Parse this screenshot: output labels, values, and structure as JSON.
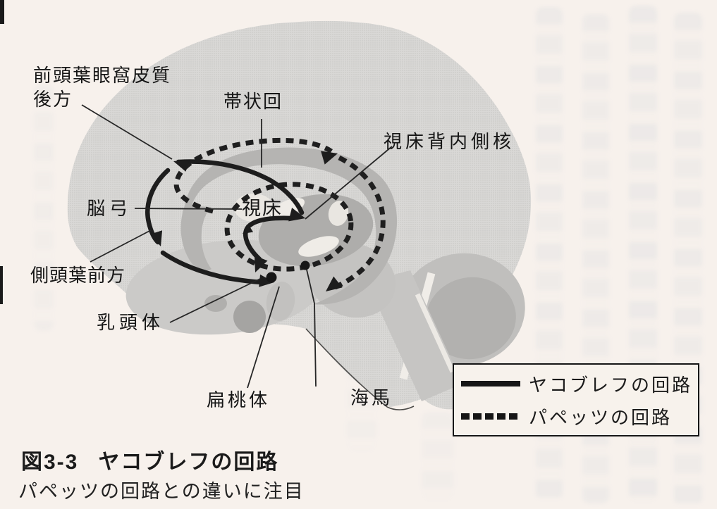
{
  "diagram": {
    "labels": {
      "orbitofrontal_line1": "前頭葉眼窩皮質",
      "orbitofrontal_line2": "後方",
      "cingulate_gyrus": "帯状回",
      "dorsomedial_thalamic_nucleus": "視床背内側核",
      "fornix": "脳弓",
      "thalamus": "視床",
      "anterior_temporal_lobe": "側頭葉前方",
      "mammillary_body": "乳頭体",
      "amygdala": "扁桃体",
      "hippocampus": "海馬"
    },
    "legend": {
      "items": [
        {
          "style": "solid",
          "label": "ヤコブレフの回路"
        },
        {
          "style": "dashed",
          "label": "パペッツの回路"
        }
      ]
    },
    "caption": {
      "figure_number": "図3-3",
      "title": "ヤコブレフの回路",
      "subtitle": "パペッツの回路との違いに注目"
    },
    "colors": {
      "circuit_line": "#1d1d1d",
      "brain_light": "#d9d8d6",
      "brain_mid": "#b5b4b2",
      "paper": "#f7f1ec"
    }
  }
}
